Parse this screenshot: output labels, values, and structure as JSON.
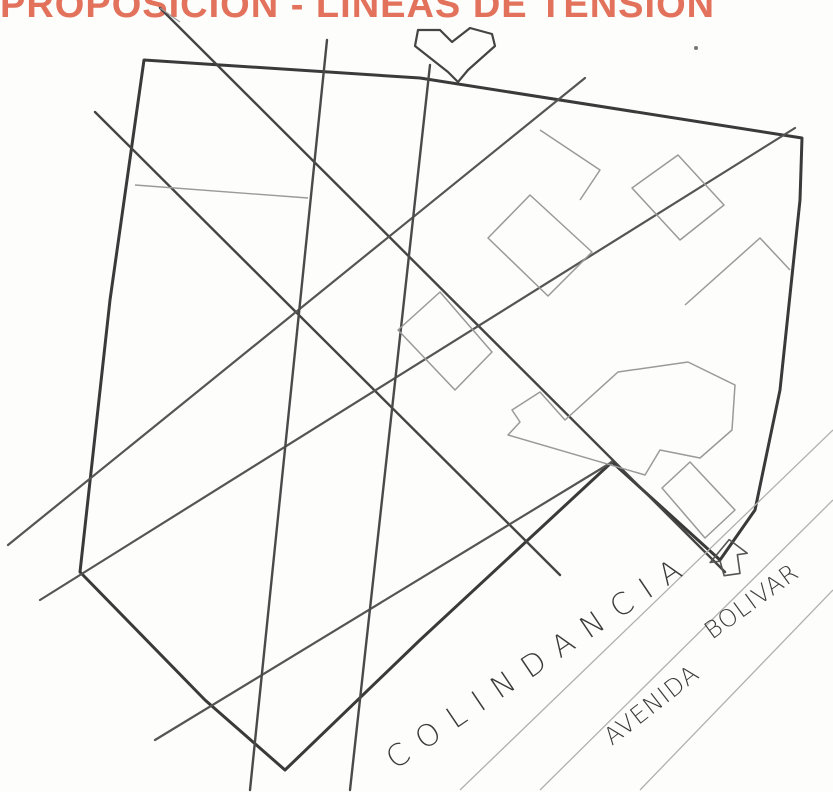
{
  "title": "PROPOSICION - LINEAS DE TENSION",
  "labels": {
    "colindancia": "COLINDANCIA",
    "avenida": "AVENIDA",
    "bolivar": "BOLIVAR"
  },
  "colors": {
    "title": "#e2725b",
    "pencil_dark": "#3a3a3a",
    "pencil_light": "#8a8a8a"
  }
}
